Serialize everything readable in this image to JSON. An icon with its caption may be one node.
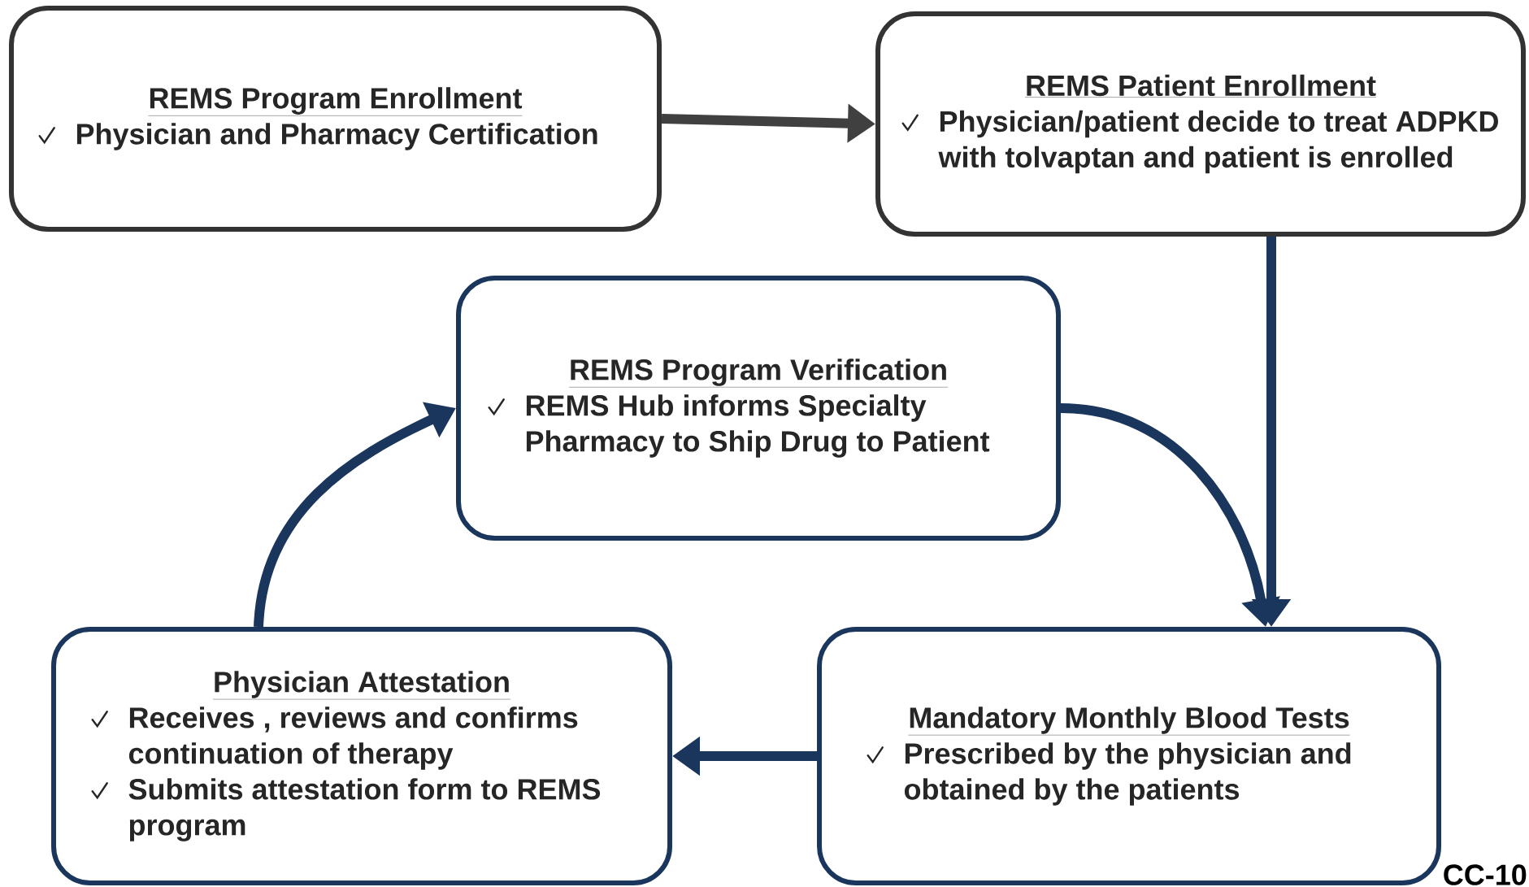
{
  "diagram": {
    "nodes": [
      {
        "text": [
          "REMS Program Enrollment",
          "Physician and Pharmacy Certification"
        ]
      },
      {
        "text": [
          "REMS Patient Enrollment",
          "Physician/patient decide to treat ADPKD with tolvaptan and patient is enrolled"
        ]
      },
      {
        "text": [
          "REMS Program Verification",
          "REMS Hub informs Specialty Pharmacy to Ship Drug to Patient"
        ]
      },
      {
        "text": [
          "Mandatory Monthly Blood Tests",
          "Prescribed by the physician and obtained by the patients"
        ]
      },
      {
        "text": [
          "Physician Attestation",
          "Receives , reviews and confirms continuation of therapy",
          "Submits attestation form to REMS program"
        ]
      }
    ],
    "edges": [
      {
        "from": 0,
        "to": 1,
        "arrow": "to",
        "color": "#404040"
      },
      {
        "from": 1,
        "to": 3,
        "arrow": "to"
      },
      {
        "from": 2,
        "to": 3,
        "arrow": "to"
      },
      {
        "from": 3,
        "to": 4,
        "arrow": "to"
      },
      {
        "from": 4,
        "to": 2,
        "arrow": "to"
      }
    ],
    "labels": [
      "CC-10"
    ]
  }
}
